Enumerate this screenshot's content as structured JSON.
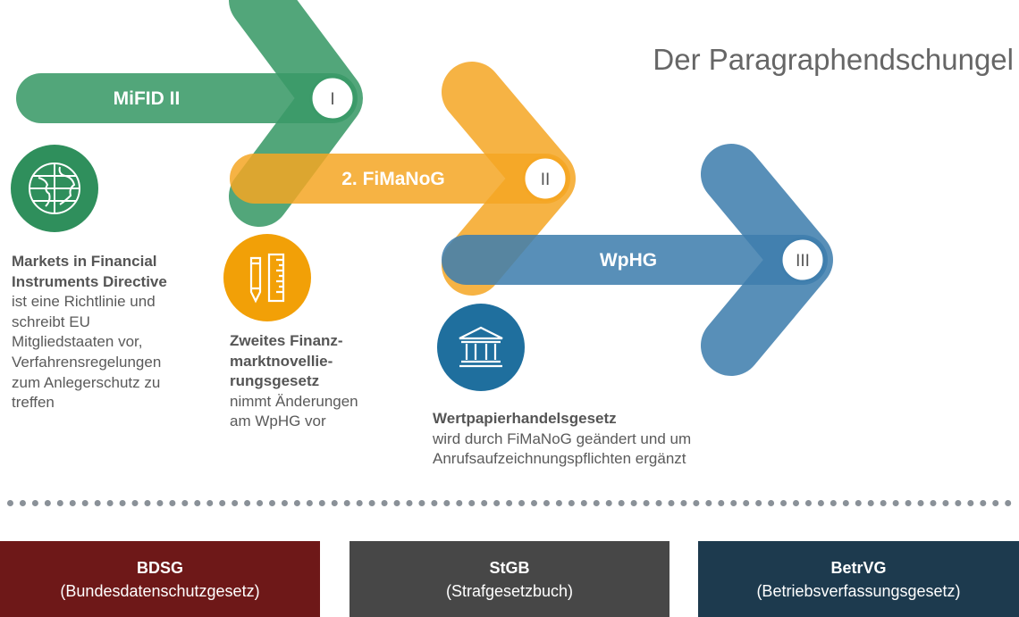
{
  "title": "Der Paragraphendschungel",
  "colors": {
    "green": "#3a9a68",
    "orange": "#f5a623",
    "blue": "#4a86b2",
    "bdsg_box": "#6e1818",
    "stgb_box": "#474747",
    "betrvg_box": "#1d3a4e"
  },
  "arrows": [
    {
      "label": "MiFID II",
      "numeral": "I"
    },
    {
      "label": "2. FiMaNoG",
      "numeral": "II"
    },
    {
      "label": "WpHG",
      "numeral": "III"
    }
  ],
  "icons": {
    "mifid": "globe-icon",
    "fimanog": "pencil-ruler-icon",
    "wphg": "bank-building-icon"
  },
  "descriptions": {
    "mifid": {
      "heading": [
        "Markets in Financial",
        "Instruments Directive"
      ],
      "text": [
        "ist eine Richtlinie und",
        "schreibt EU",
        "Mitgliedstaaten vor,",
        "Verfahrensregelungen",
        "zum Anlegerschutz zu",
        "treffen"
      ]
    },
    "fimanog": {
      "heading": [
        "Zweites Finanz-",
        "marktnovellie-",
        "rungsgesetz"
      ],
      "text": [
        "nimmt Änderungen",
        "am WpHG vor"
      ]
    },
    "wphg": {
      "heading": [
        "Wertpapierhandelsgesetz"
      ],
      "text": [
        "wird durch FiMaNoG geändert und um",
        "Anrufsaufzeichnungspflichten ergänzt"
      ]
    }
  },
  "laws": [
    {
      "abbr": "BDSG",
      "full": "(Bundesdatenschutzgesetz)"
    },
    {
      "abbr": "StGB",
      "full": "(Strafgesetzbuch)"
    },
    {
      "abbr": "BetrVG",
      "full": "(Betriebsverfassungsgesetz)"
    }
  ]
}
